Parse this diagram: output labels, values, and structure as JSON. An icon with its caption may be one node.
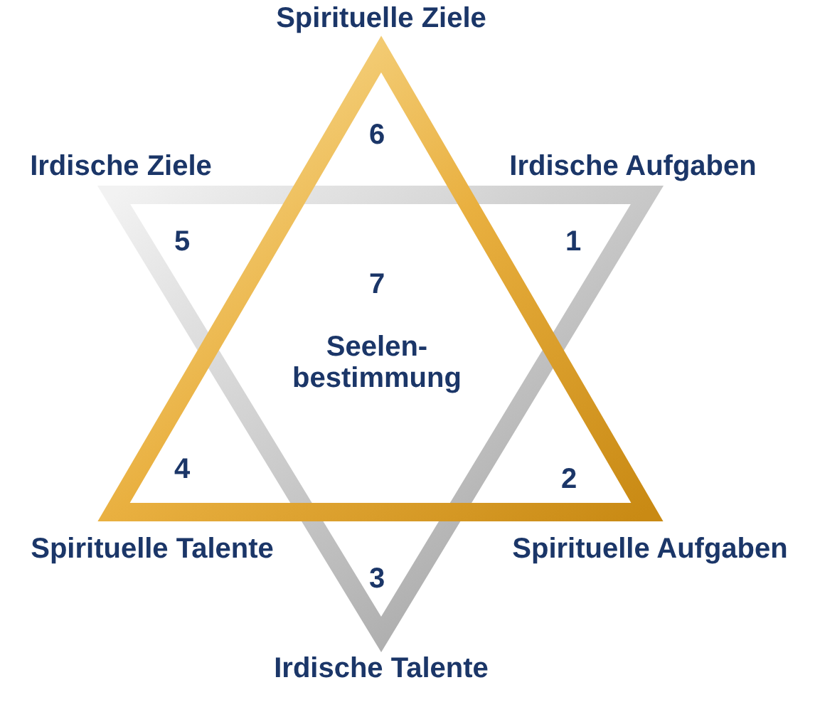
{
  "diagram": {
    "labels": [
      "Spirituelle Ziele",
      "6",
      "Irdische Ziele",
      "Irdische Aufgaben",
      "5",
      "1",
      "7",
      "Seelen- bestimmung",
      "4",
      "2",
      "Spirituelle Talente",
      "Spirituelle Aufgaben",
      "3",
      "Irdische Talente"
    ]
  }
}
